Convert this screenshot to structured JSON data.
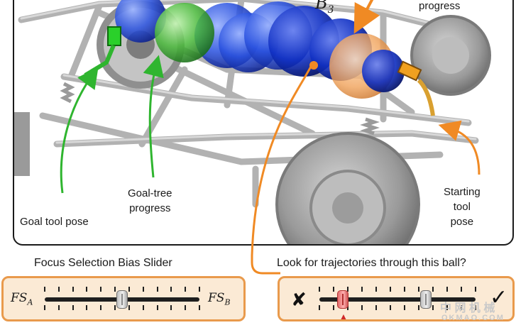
{
  "scene": {
    "ball_label": "B",
    "ball_label_sub": "3",
    "top_label": "progress",
    "labels": {
      "goal_tool_pose": "Goal tool pose",
      "goal_tree_progress_line1": "Goal-tree",
      "goal_tree_progress_line2": "progress",
      "starting_tool_pose_line1": "Starting",
      "starting_tool_pose_line2": "tool",
      "starting_tool_pose_line3": "pose"
    },
    "colors": {
      "green_arrow": "#2fb52f",
      "orange_arrow": "#f08a24",
      "blue_ball": "#1f46d6",
      "orange_ball": "#f0a25a",
      "frame": "#a8a8a8",
      "tire": "#8c8c8c"
    }
  },
  "focus_slider": {
    "title": "Focus Selection Bias Slider",
    "left_label": "FS",
    "left_sub": "A",
    "right_label": "FS",
    "right_sub": "B",
    "value": 0.5,
    "tick_count": 12
  },
  "trajectory_control": {
    "title": "Look for trajectories through this ball?",
    "reject_icon": "✘",
    "accept_icon": "✓",
    "marker_value": 0.15,
    "handle_value": 0.68,
    "tick_count": 12
  },
  "watermark": {
    "line1": "中 网 机 械",
    "line2": "OKMAO.COM"
  }
}
